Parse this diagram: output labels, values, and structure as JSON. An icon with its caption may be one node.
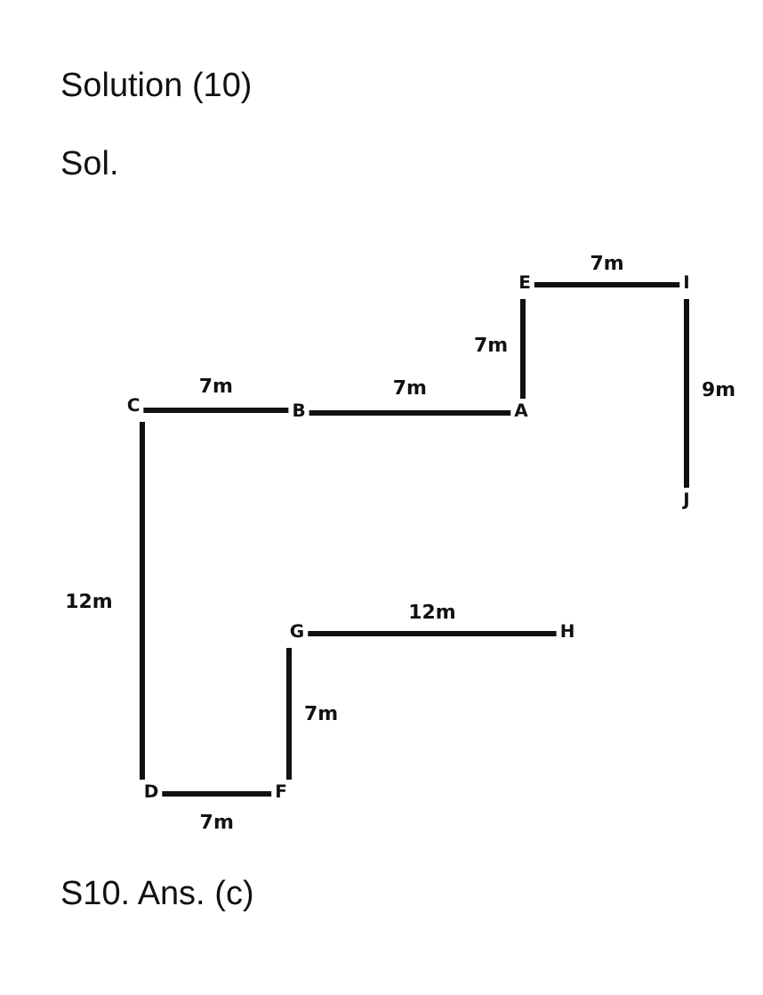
{
  "diagram": {
    "nodes": [
      {
        "text": [
          "E"
        ]
      },
      {
        "text": [
          "I"
        ]
      },
      {
        "text": [
          "C"
        ]
      },
      {
        "text": [
          "B"
        ]
      },
      {
        "text": [
          "A"
        ]
      },
      {
        "text": [
          "J"
        ]
      },
      {
        "text": [
          "G"
        ]
      },
      {
        "text": [
          "H"
        ]
      },
      {
        "text": [
          "D"
        ]
      },
      {
        "text": [
          "F"
        ]
      }
    ],
    "edges": [
      {
        "from": 4,
        "to": 3,
        "arrow": "none",
        "label": "7m"
      },
      {
        "from": 3,
        "to": 2,
        "arrow": "none",
        "label": "7m"
      },
      {
        "from": 2,
        "to": 8,
        "arrow": "none",
        "label": "12m"
      },
      {
        "from": 8,
        "to": 9,
        "arrow": "none",
        "label": "7m"
      },
      {
        "from": 9,
        "to": 6,
        "arrow": "none",
        "label": "7m"
      },
      {
        "from": 6,
        "to": 7,
        "arrow": "none",
        "label": "12m"
      },
      {
        "from": 4,
        "to": 0,
        "arrow": "none",
        "label": "7m"
      },
      {
        "from": 0,
        "to": 1,
        "arrow": "none",
        "label": "7m"
      },
      {
        "from": 1,
        "to": 5,
        "arrow": "none",
        "label": "9m"
      }
    ],
    "labels": [
      "Solution (10)",
      "Sol.",
      "S10. Ans. (c)"
    ]
  }
}
